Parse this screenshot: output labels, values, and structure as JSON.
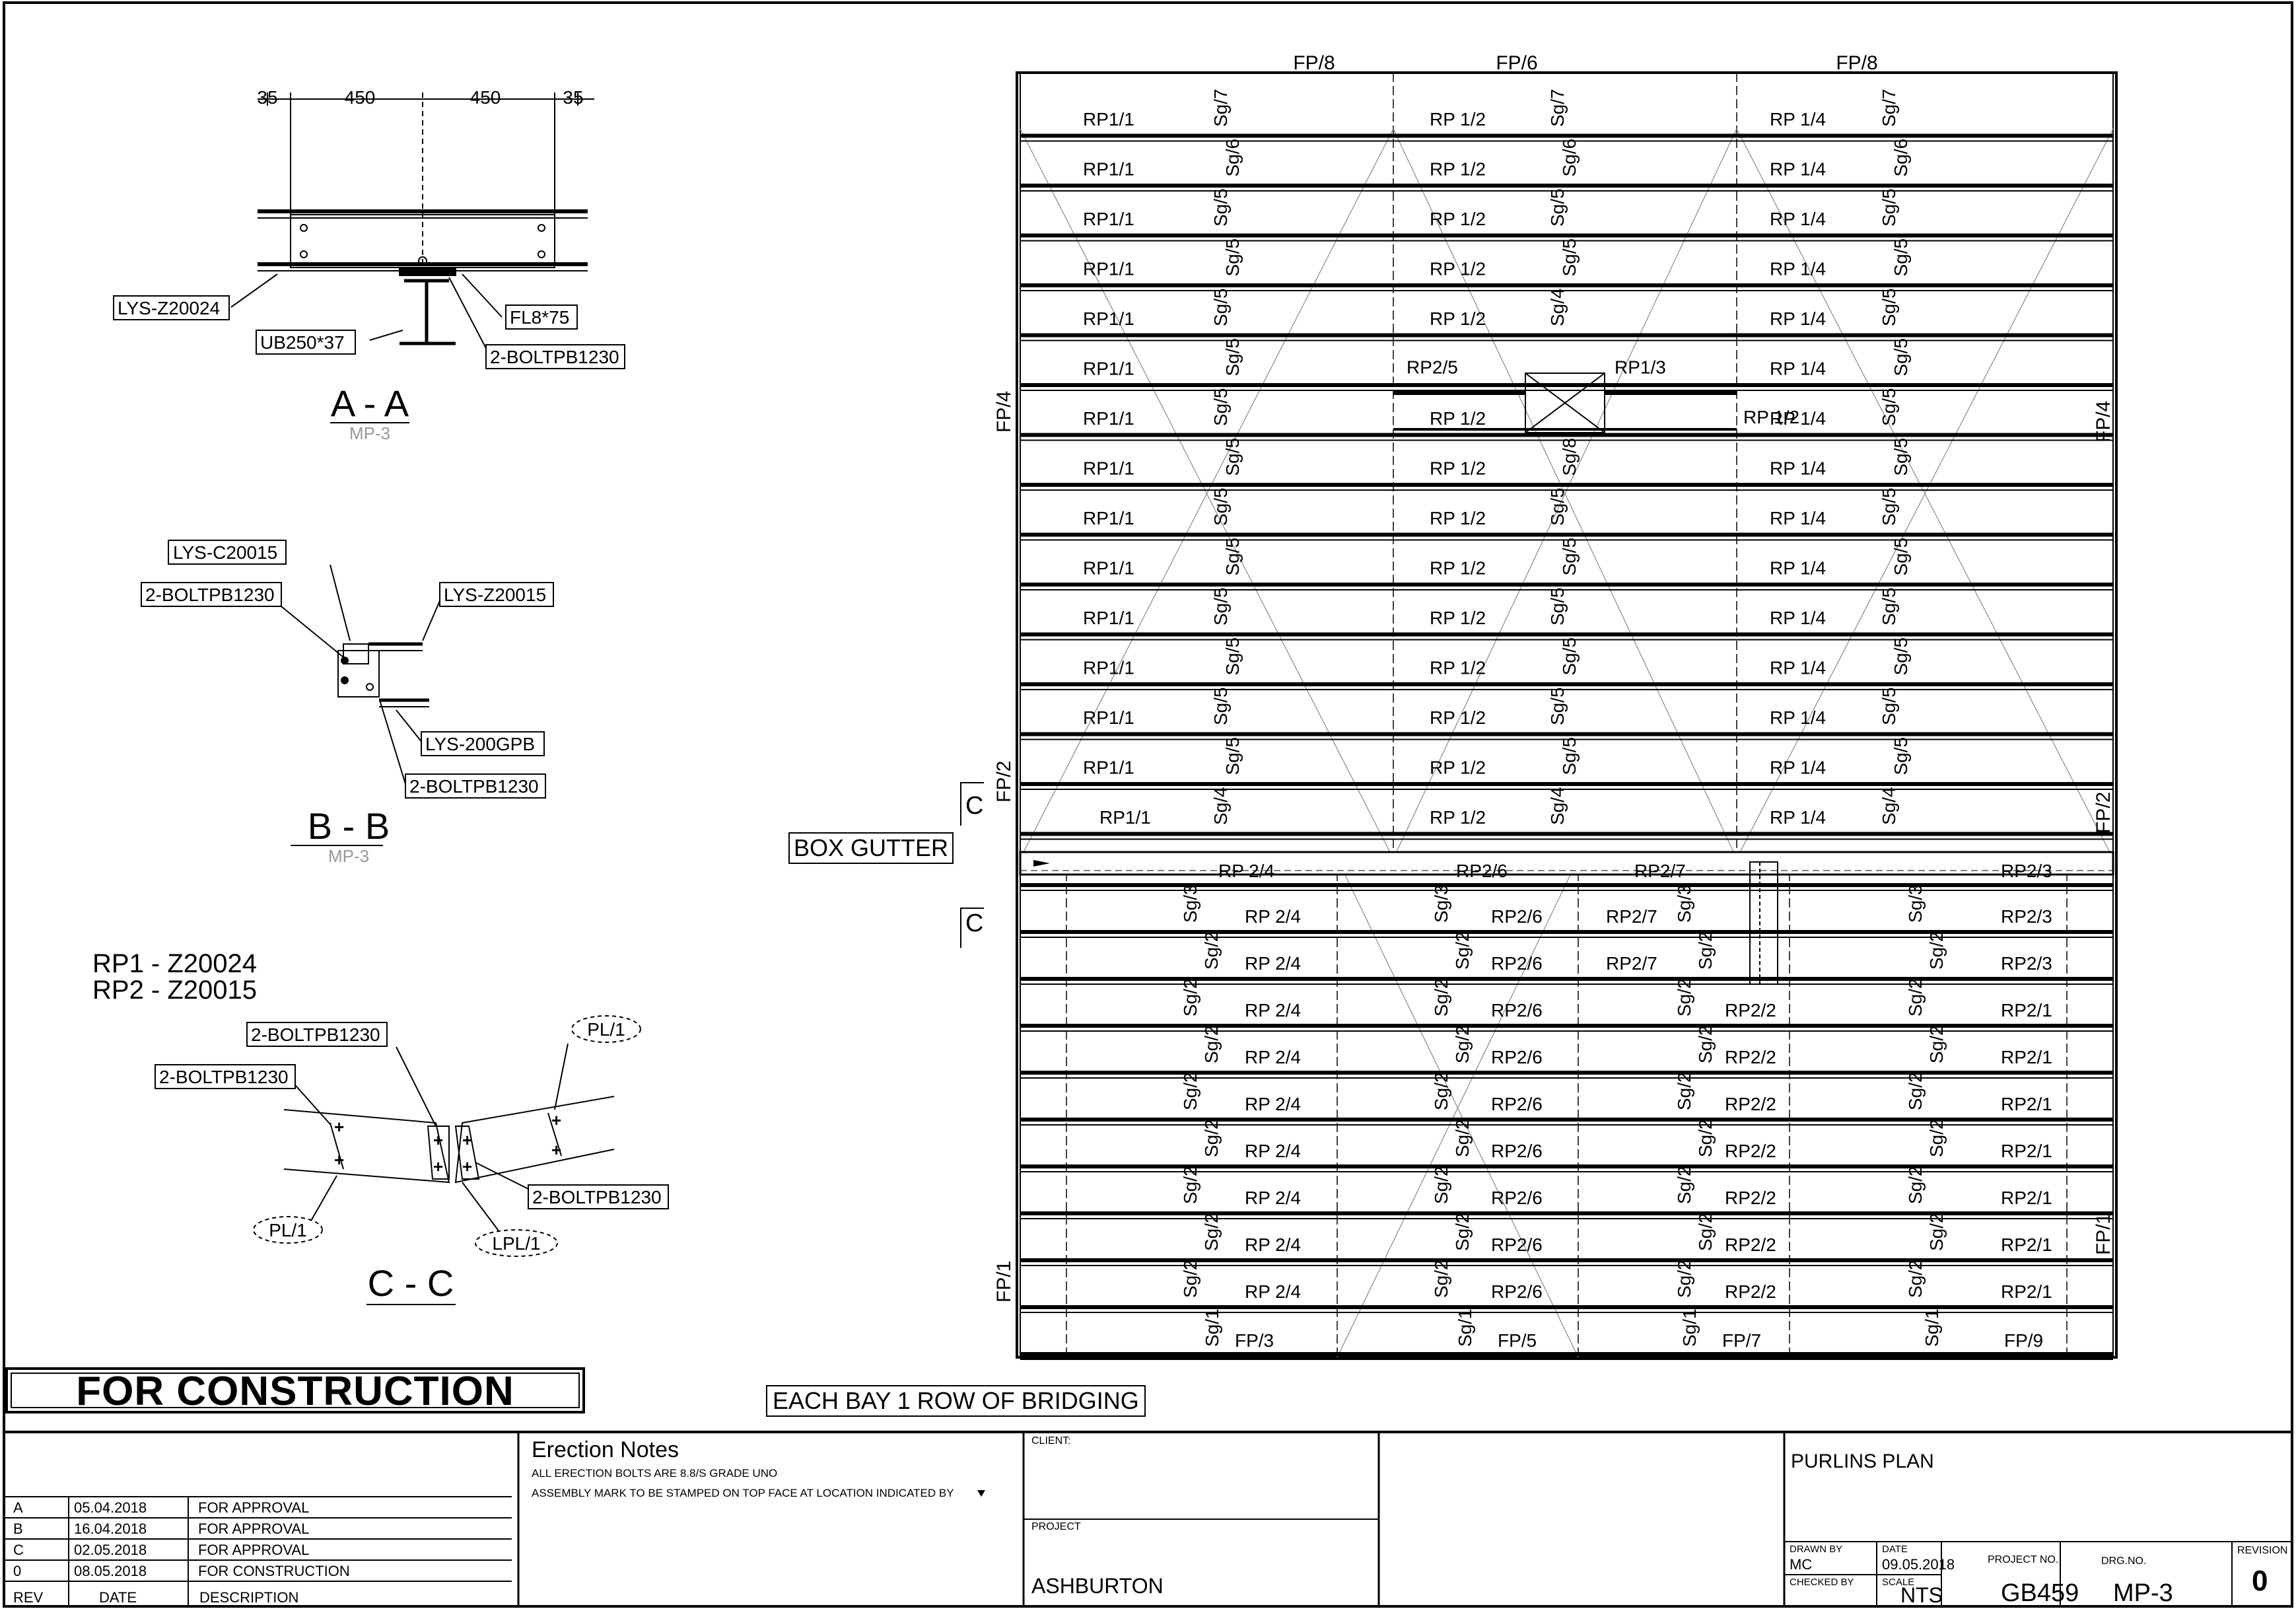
{
  "sections": {
    "aa": {
      "title": "A - A",
      "ref": "MP-3",
      "dims": [
        "35",
        "450",
        "450",
        "35"
      ],
      "labels": {
        "purlin": "LYS-Z20024",
        "plate": "FL8*75",
        "beam": "UB250*37",
        "bolts": "2-BOLTPB1230"
      }
    },
    "bb": {
      "title": "B - B",
      "ref": "MP-3",
      "labels": {
        "cleat": "LYS-C20015",
        "bolts1": "2-BOLTPB1230",
        "purlin": "LYS-Z20015",
        "gpb": "LYS-200GPB",
        "bolts2": "2-BOLTPB1230"
      }
    },
    "cc": {
      "title": "C - C",
      "labels": {
        "bolts1": "2-BOLTPB1230",
        "bolts2": "2-BOLTPB1230",
        "bolts3": "2-BOLTPB1230",
        "pl_top": "PL/1",
        "pl_bottom": "PL/1",
        "lpl": "LPL/1"
      }
    },
    "legend": {
      "rp1": "RP1 - Z20024",
      "rp2": "RP2 - Z20015"
    }
  },
  "plan": {
    "top_labels": [
      "FP/8",
      "FP/6",
      "FP/8"
    ],
    "side_labels": {
      "fp4_left": "FP/4",
      "fp4_right": "FP/4",
      "fp2_left": "FP/2",
      "fp2_right": "FP/2",
      "fp1_left": "FP/1",
      "fp1_right": "FP/1"
    },
    "section_mark": "C",
    "box_gutter": "BOX GUTTER",
    "upper_rows": [
      {
        "labels": [
          "RP1/1",
          "RP 1/2",
          "RP 1/4"
        ],
        "sag": [
          "Sg/7",
          "Sg/7",
          "Sg/7"
        ]
      },
      {
        "labels": [
          "RP1/1",
          "RP 1/2",
          "RP 1/4"
        ],
        "sag": [
          "Sg/6",
          "Sg/6",
          "Sg/6"
        ]
      },
      {
        "labels": [
          "RP1/1",
          "RP 1/2",
          "RP 1/4"
        ],
        "sag": [
          "Sg/5",
          "Sg/5",
          "Sg/5"
        ]
      },
      {
        "labels": [
          "RP1/1",
          "RP 1/2",
          "RP 1/4"
        ],
        "sag": [
          "Sg/5",
          "Sg/5",
          "Sg/5"
        ]
      },
      {
        "labels": [
          "RP1/1",
          "RP 1/2",
          "RP 1/4"
        ],
        "sag": [
          "Sg/5",
          "Sg/4",
          "Sg/5"
        ]
      },
      {
        "labels": [
          "RP1/1",
          "RP2/5",
          "RP1/3",
          "RP 1/4"
        ],
        "sag": [
          "Sg/5",
          "",
          "Sg/5"
        ]
      },
      {
        "labels": [
          "RP1/1",
          "RP 1/2",
          "RP 1/4"
        ],
        "sag": [
          "Sg/5",
          "",
          "Sg/5"
        ]
      },
      {
        "labels": [
          "RP1/1",
          "RP 1/2",
          "RP 1/4"
        ],
        "sag": [
          "Sg/5",
          "Sg/8",
          "Sg/5"
        ]
      },
      {
        "labels": [
          "RP1/1",
          "RP 1/2",
          "RP 1/4"
        ],
        "sag": [
          "Sg/5",
          "Sg/5",
          "Sg/5"
        ]
      },
      {
        "labels": [
          "RP1/1",
          "RP 1/2",
          "RP 1/4"
        ],
        "sag": [
          "Sg/5",
          "Sg/5",
          "Sg/5"
        ]
      },
      {
        "labels": [
          "RP1/1",
          "RP 1/2",
          "RP 1/4"
        ],
        "sag": [
          "Sg/5",
          "Sg/5",
          "Sg/5"
        ]
      },
      {
        "labels": [
          "RP1/1",
          "RP 1/2",
          "RP 1/4"
        ],
        "sag": [
          "Sg/5",
          "Sg/5",
          "Sg/5"
        ]
      },
      {
        "labels": [
          "RP1/1",
          "RP 1/2",
          "RP 1/4"
        ],
        "sag": [
          "Sg/5",
          "Sg/5",
          "Sg/5"
        ]
      },
      {
        "labels": [
          "RP1/1",
          "RP 1/2",
          "RP 1/4"
        ],
        "sag": [
          "Sg/5",
          "Sg/5",
          "Sg/5"
        ]
      },
      {
        "labels": [
          "RP1/1",
          "RP 1/2",
          "RP 1/4"
        ],
        "sag": [
          "Sg/4",
          "Sg/4",
          "Sg/4"
        ]
      }
    ],
    "rp12_extra": "RP 1/2",
    "gutter_row": [
      "RP 2/4",
      "RP2/6",
      "RP2/7",
      "RP2/3"
    ],
    "lower_rows": [
      {
        "labels": [
          "RP 2/4",
          "RP2/6",
          "RP2/7",
          "RP2/3"
        ],
        "sag": [
          "Sg/3",
          "Sg/3",
          "Sg/3",
          "Sg/3"
        ]
      },
      {
        "labels": [
          "RP 2/4",
          "RP2/6",
          "RP2/7",
          "RP2/3"
        ],
        "sag": [
          "Sg/2",
          "Sg/2",
          "Sg/2",
          "Sg/2"
        ]
      },
      {
        "labels": [
          "RP 2/4",
          "RP2/6",
          "RP2/2",
          "RP2/1"
        ],
        "sag": [
          "Sg/2",
          "Sg/2",
          "Sg/2",
          "Sg/2"
        ]
      },
      {
        "labels": [
          "RP 2/4",
          "RP2/6",
          "RP2/2",
          "RP2/1"
        ],
        "sag": [
          "Sg/2",
          "Sg/2",
          "Sg/2",
          "Sg/2"
        ]
      },
      {
        "labels": [
          "RP 2/4",
          "RP2/6",
          "RP2/2",
          "RP2/1"
        ],
        "sag": [
          "Sg/2",
          "Sg/2",
          "Sg/2",
          "Sg/2"
        ]
      },
      {
        "labels": [
          "RP 2/4",
          "RP2/6",
          "RP2/2",
          "RP2/1"
        ],
        "sag": [
          "Sg/2",
          "Sg/2",
          "Sg/2",
          "Sg/2"
        ]
      },
      {
        "labels": [
          "RP 2/4",
          "RP2/6",
          "RP2/2",
          "RP2/1"
        ],
        "sag": [
          "Sg/2",
          "Sg/2",
          "Sg/2",
          "Sg/2"
        ]
      },
      {
        "labels": [
          "RP 2/4",
          "RP2/6",
          "RP2/2",
          "RP2/1"
        ],
        "sag": [
          "Sg/2",
          "Sg/2",
          "Sg/2",
          "Sg/2"
        ]
      },
      {
        "labels": [
          "RP 2/4",
          "RP2/6",
          "RP2/2",
          "RP2/1"
        ],
        "sag": [
          "Sg/2",
          "Sg/2",
          "Sg/2",
          "Sg/2"
        ]
      }
    ],
    "bottom_row": {
      "labels": [
        "FP/3",
        "FP/5",
        "FP/7",
        "FP/9"
      ],
      "sag": [
        "Sg/1",
        "Sg/1",
        "Sg/1",
        "Sg/1"
      ]
    }
  },
  "banner": "FOR CONSTRUCTION",
  "bridging_note": "EACH BAY 1 ROW OF BRIDGING",
  "title_block": {
    "revisions": [
      {
        "rev": "A",
        "date": "05.04.2018",
        "desc": "FOR APPROVAL"
      },
      {
        "rev": "B",
        "date": "16.04.2018",
        "desc": "FOR APPROVAL"
      },
      {
        "rev": "C",
        "date": "02.05.2018",
        "desc": "FOR APPROVAL"
      },
      {
        "rev": "0",
        "date": "08.05.2018",
        "desc": "FOR CONSTRUCTION"
      }
    ],
    "rev_header": {
      "rev": "REV",
      "date": "DATE",
      "desc": "DESCRIPTION"
    },
    "erection_title": "Erection Notes",
    "erection_lines": [
      "ALL ERECTION BOLTS ARE 8.8/S GRADE UNO",
      "ASSEMBLY MARK TO BE STAMPED ON TOP FACE AT LOCATION INDICATED BY"
    ],
    "client_label": "CLIENT:",
    "project_label": "PROJECT",
    "project": "ASHBURTON",
    "drawing_title": "PURLINS PLAN",
    "drawn_by_label": "DRAWN BY",
    "drawn_by": "MC",
    "date_label": "DATE",
    "date": "09.05.2018",
    "checked_label": "CHECKED BY",
    "scale_label": "SCALE",
    "scale": "NTS",
    "project_no_label": "PROJECT NO.",
    "project_no": "GB459",
    "drg_no_label": "DRG.NO.",
    "drg_no": "MP-3",
    "revision_label": "REVISION",
    "revision": "0"
  }
}
